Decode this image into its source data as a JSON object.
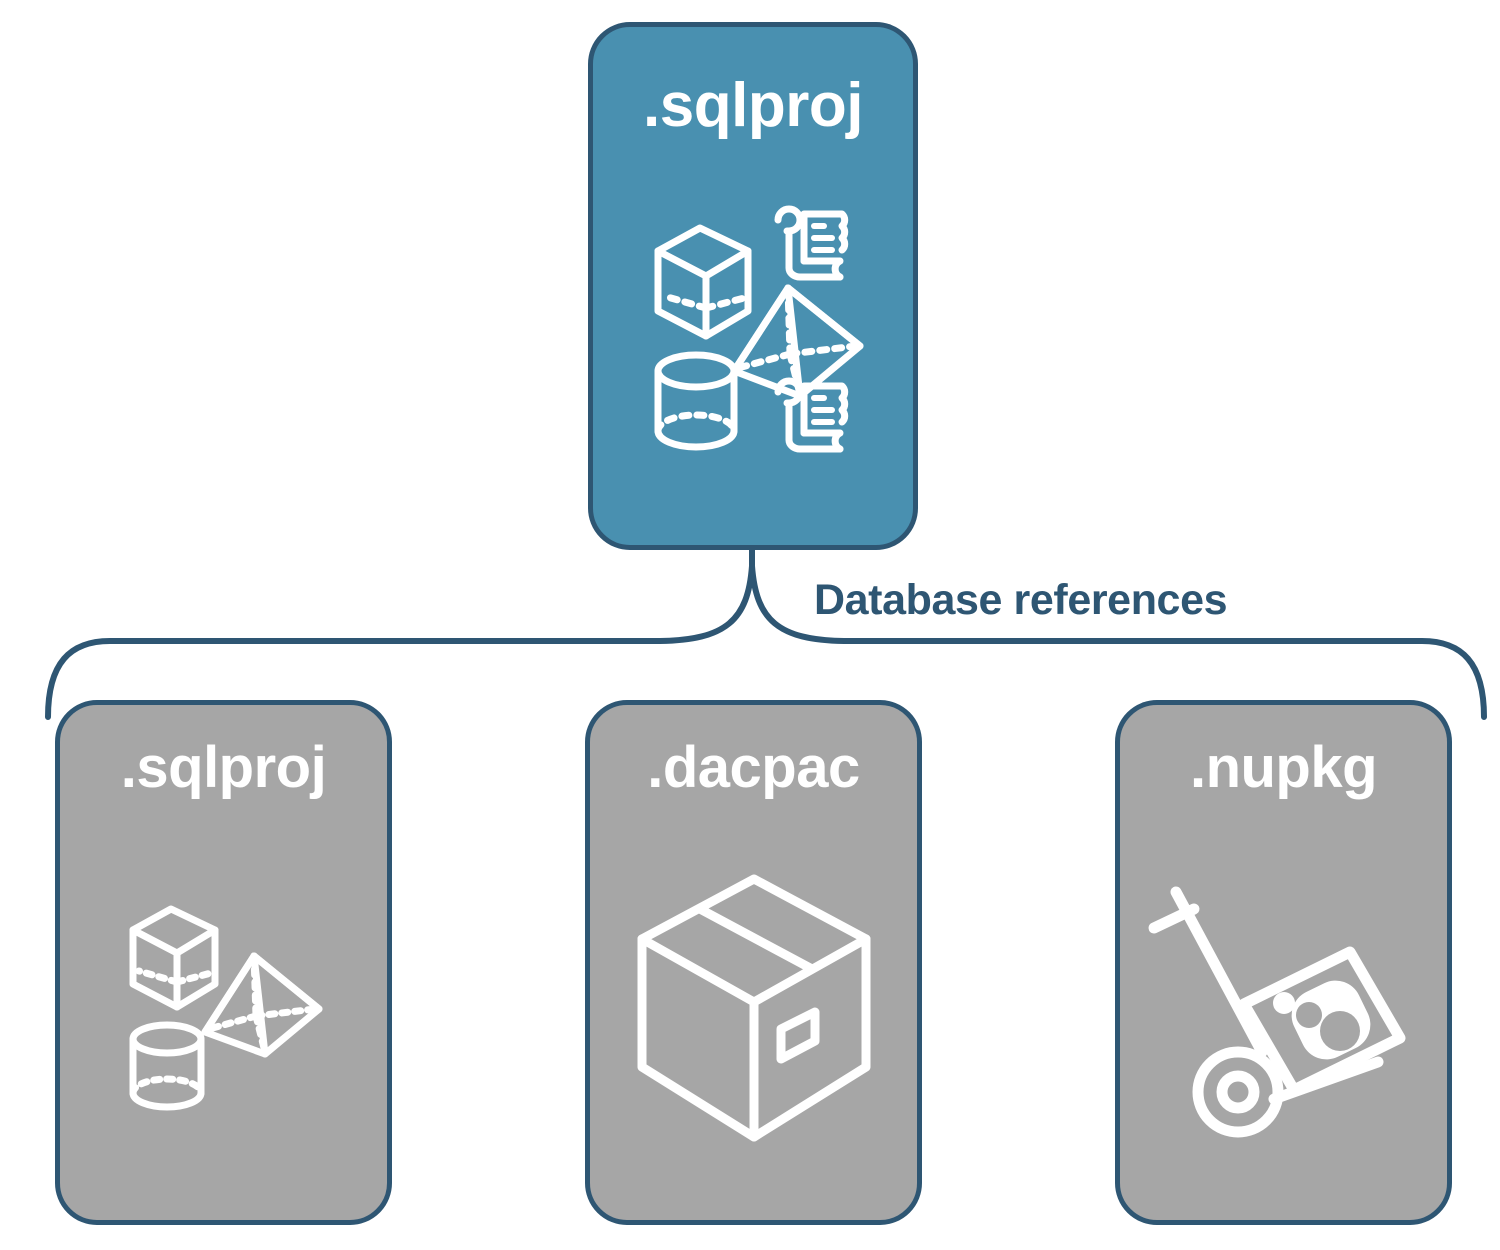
{
  "diagram": {
    "title": "Database references",
    "colors": {
      "primary_fill": "#4990B0",
      "secondary_fill": "#A6A6A6",
      "outline": "#2E5673",
      "icon_stroke": "#FFFFFF",
      "background": "#FFFFFF"
    },
    "root_node": {
      "label": ".sqlproj",
      "style": "primary",
      "icons": [
        "cube-wireframe-icon",
        "pyramid-wireframe-icon",
        "cylinder-wireframe-icon",
        "script-scroll-icon",
        "script-scroll-icon"
      ]
    },
    "connector": {
      "type": "curly-brace",
      "label": "Database references"
    },
    "child_nodes": [
      {
        "label": ".sqlproj",
        "style": "secondary",
        "icons": [
          "cube-wireframe-icon",
          "pyramid-wireframe-icon",
          "cylinder-wireframe-icon"
        ]
      },
      {
        "label": ".dacpac",
        "style": "secondary",
        "icons": [
          "package-box-icon"
        ]
      },
      {
        "label": ".nupkg",
        "style": "secondary",
        "icons": [
          "hand-truck-nuget-icon"
        ]
      }
    ]
  }
}
